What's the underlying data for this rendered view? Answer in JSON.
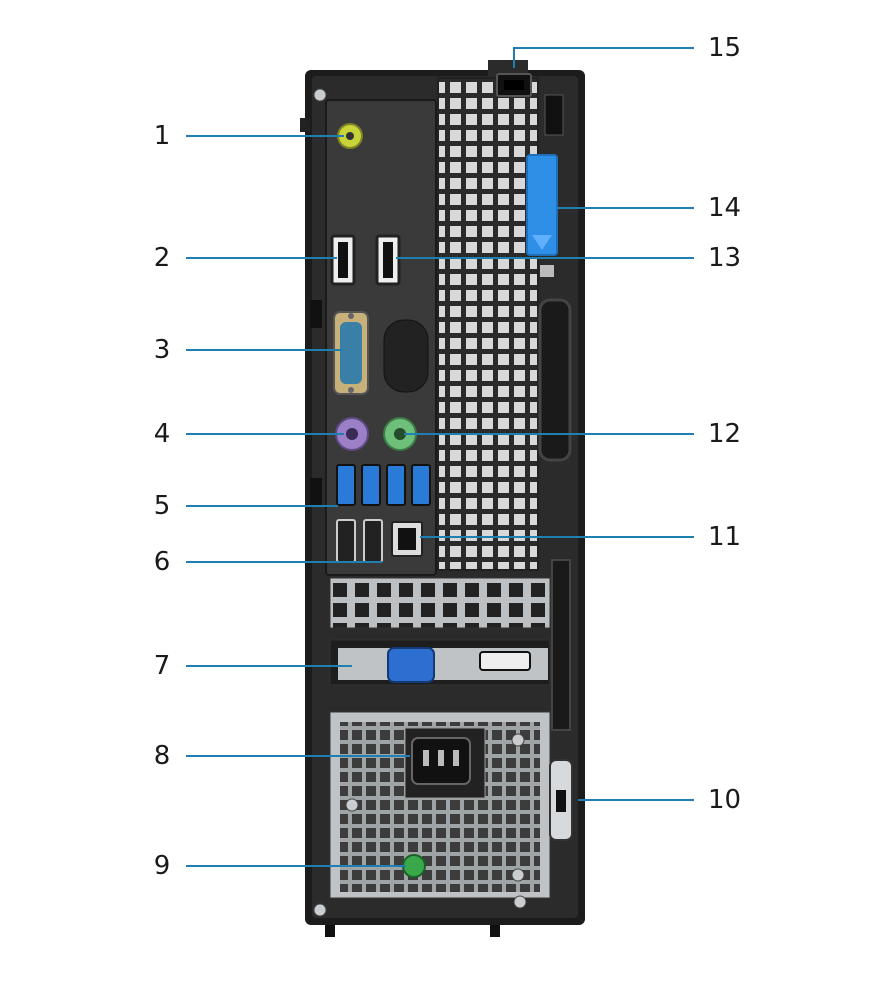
{
  "diagram": {
    "subject": "desktop-computer-back-panel",
    "callouts_left": [
      {
        "number": "1"
      },
      {
        "number": "2"
      },
      {
        "number": "3"
      },
      {
        "number": "4"
      },
      {
        "number": "5"
      },
      {
        "number": "6"
      },
      {
        "number": "7"
      },
      {
        "number": "8"
      },
      {
        "number": "9"
      }
    ],
    "callouts_right": [
      {
        "number": "15"
      },
      {
        "number": "14"
      },
      {
        "number": "13"
      },
      {
        "number": "12"
      },
      {
        "number": "11"
      },
      {
        "number": "10"
      }
    ],
    "colors": {
      "chassis": "#2b2b2b",
      "chassis_edge": "#111111",
      "io_plate": "#3a3a3a",
      "callout_line": "#1f7fb0",
      "audio_port": "#c9d33a",
      "ps2_keyboard": "#9b7fc7",
      "ps2_mouse": "#6dbf7a",
      "usb3": "#2a7ad8",
      "serial_port": "#3a7fa6",
      "vga_port": "#2d6fd0",
      "release_latch": "#2f8fe6",
      "psu_led": "#39a84a",
      "metal": "#bfc3c6"
    }
  }
}
